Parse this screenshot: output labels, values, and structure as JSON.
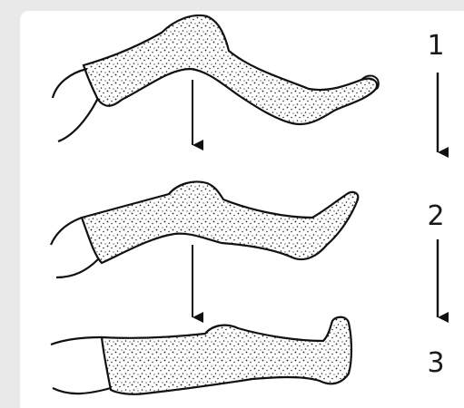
{
  "steps": [
    {
      "number": "1"
    },
    {
      "number": "2"
    },
    {
      "number": "3"
    }
  ],
  "colors": {
    "background": "#e9e9e9",
    "panel": "#ffffff",
    "ink": "#111111",
    "cast_speckle": "#222222"
  }
}
